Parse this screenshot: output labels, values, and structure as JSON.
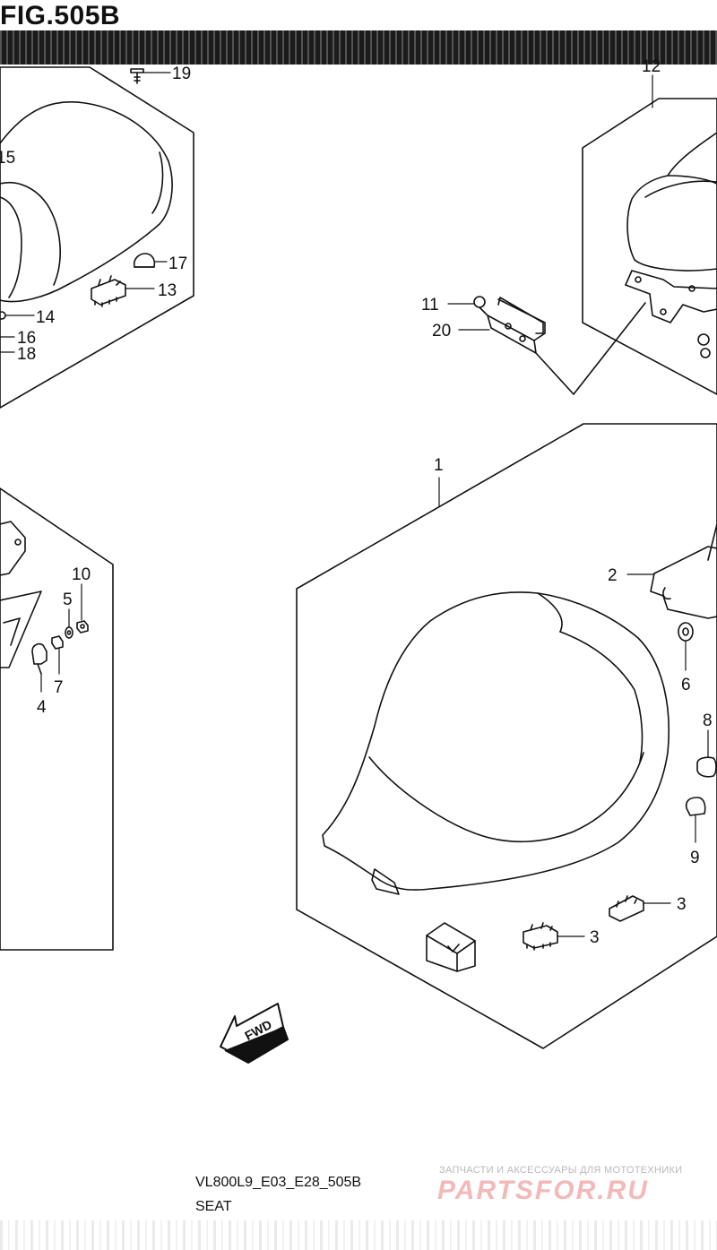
{
  "figure": {
    "title": "FIG.505B",
    "model_code": "VL800L9_E03_E28_505B",
    "section_name": "SEAT",
    "fwd_label": "FWD"
  },
  "callouts": {
    "c1": "1",
    "c2": "2",
    "c3a": "3",
    "c3b": "3",
    "c4": "4",
    "c5": "5",
    "c6": "6",
    "c7": "7",
    "c8": "8",
    "c9": "9",
    "c10": "10",
    "c11": "11",
    "c12": "12",
    "c13": "13",
    "c14": "14",
    "c15": "15",
    "c16": "16",
    "c17": "17",
    "c18": "18",
    "c19": "19",
    "c20": "20"
  },
  "watermark": {
    "tagline": "ЗАПЧАСТИ И АКСЕССУАРЫ ДЛЯ МОТОТЕХНИКИ",
    "logo": "PARTSFOR.RU"
  },
  "colors": {
    "ink": "#111111",
    "title_bar": "#1b1b1b",
    "watermark_red": "#f3b9b9",
    "watermark_gray": "#b9b9b9"
  }
}
